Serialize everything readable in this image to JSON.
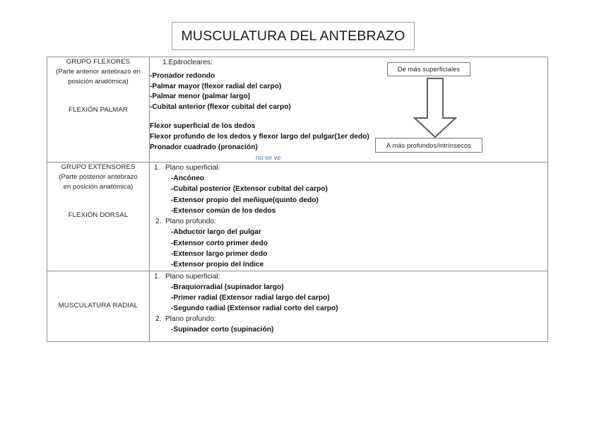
{
  "document": {
    "title": "MUSCULATURA DEL ANTEBRAZO"
  },
  "table": {
    "rows": [
      {
        "group": {
          "title": "GRUPO FLEXORES",
          "sub_line_1": "(Parte anterior antebrazo en",
          "sub_line_2": "posición anatómica)",
          "action": "FLEXIÓN PALMAR"
        },
        "detail": {
          "heading": "1.Epitrocleares:",
          "items": [
            "-Pronador redondo",
            "-Palmar mayor (flexor radial del carpo)",
            "-Palmar menor (palmar largo)",
            "-Cubital anterior (flexor cubital del carpo)"
          ],
          "extra_items": [
            "Flexor superficial de los dedos",
            "Flexor profundo de los dedos y flexor largo del pulgar(1er dedo)",
            "Pronador cuadrado (pronación)"
          ],
          "annotation": "no se ve",
          "annotation_color": "#3f7fc1"
        }
      },
      {
        "group": {
          "title": "GRUPO EXTENSORES",
          "sub_line_1": "(Parte posterior antebrazo",
          "sub_line_2": "en posición anatómica)",
          "action": "FLEXIÓN DORSAL"
        },
        "detail": {
          "planos": [
            {
              "number": "1.",
              "label": "Plano superficial:",
              "items": [
                "-Ancóneo",
                "-Cubital posterior (Extensor cubital del carpo)",
                "-Extensor propio del meñique(quinto dedo)",
                "-Extensor común de los dedos"
              ]
            },
            {
              "number": "2.",
              "label": "Plano profundo:",
              "items": [
                "-Abductor largo del pulgar",
                "-Extensor corto primer dedo",
                "-Extensor largo primer dedo",
                "-Extensor propio del índice"
              ]
            }
          ]
        }
      },
      {
        "group": {
          "title": "MUSCULATURA RADIAL"
        },
        "detail": {
          "planos": [
            {
              "number": "1.",
              "label": "Plano superficial:",
              "items": [
                "-Braquiorradial (supinador largo)",
                "-Primer radial (Extensor radial largo del carpo)",
                "-Segundo radial (Extensor radial corto del carpo)"
              ]
            },
            {
              "number": "2.",
              "label": "Plano profundo:",
              "items": [
                "-Supinador corto (supinación)"
              ]
            }
          ]
        }
      }
    ]
  },
  "flow_diagram": {
    "top_label": "De más superficiales",
    "bottom_label": "A más profundos/intrínsecos",
    "arrow_icon": "arrow-down-block-icon"
  }
}
